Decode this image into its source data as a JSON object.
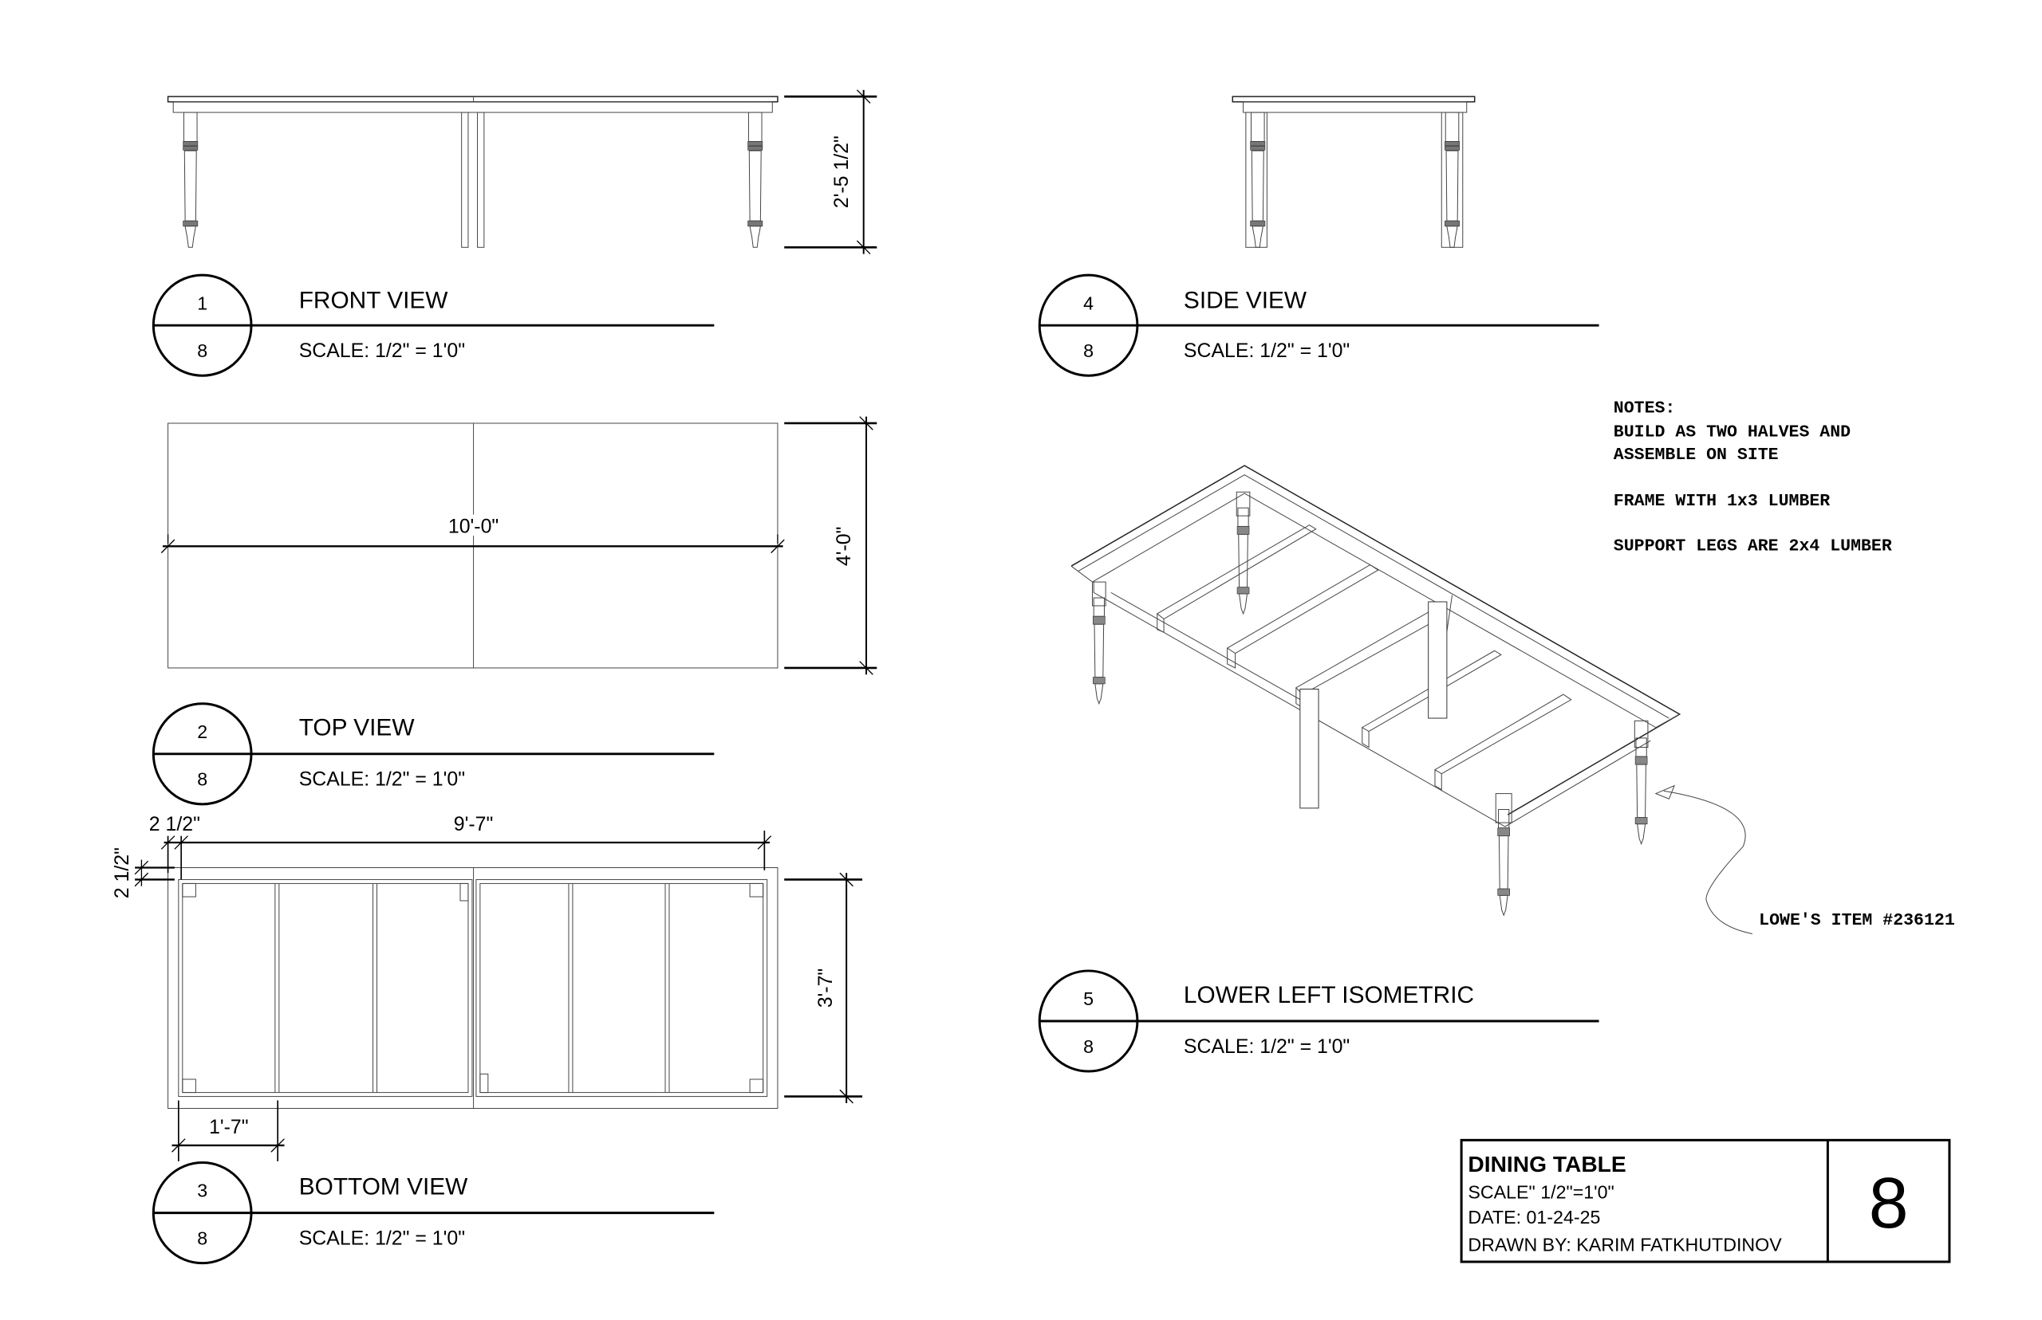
{
  "sheet": {
    "number": "8",
    "background": "#ffffff",
    "line_color": "#000000"
  },
  "views": [
    {
      "id": "front",
      "number": "1",
      "sheet": "8",
      "title": "FRONT VIEW",
      "scale": "SCALE: 1/2\" = 1'0\""
    },
    {
      "id": "top",
      "number": "2",
      "sheet": "8",
      "title": "TOP VIEW",
      "scale": "SCALE: 1/2\" = 1'0\""
    },
    {
      "id": "bottom",
      "number": "3",
      "sheet": "8",
      "title": "BOTTOM VIEW",
      "scale": "SCALE: 1/2\" = 1'0\""
    },
    {
      "id": "side",
      "number": "4",
      "sheet": "8",
      "title": "SIDE VIEW",
      "scale": "SCALE: 1/2\" = 1'0\""
    },
    {
      "id": "isometric",
      "number": "5",
      "sheet": "8",
      "title": "LOWER LEFT ISOMETRIC",
      "scale": "SCALE: 1/2\" = 1'0\""
    }
  ],
  "dimensions": {
    "front_height": "2'-5 1/2\"",
    "top_length": "10'-0\"",
    "top_width": "4'-0\"",
    "bottom_inset_x": "2 1/2\"",
    "bottom_inset_y": "2 1/2\"",
    "bottom_frame_length": "9'-7\"",
    "bottom_frame_width": "3'-7\"",
    "bottom_bay_width": "1'-7\""
  },
  "notes": {
    "heading": "NOTES:",
    "lines": [
      "BUILD AS TWO HALVES AND",
      "ASSEMBLE ON SITE",
      "",
      "FRAME WITH 1x3 LUMBER",
      "",
      "SUPPORT LEGS ARE 2x4 LUMBER"
    ]
  },
  "callout": {
    "text": "LOWE'S ITEM #236121"
  },
  "title_block": {
    "title": "DINING TABLE",
    "scale": "SCALE\" 1/2\"=1'0\"",
    "date": "DATE: 01-24-25",
    "drawn_by": "DRAWN BY: KARIM FATKHUTDINOV",
    "sheet_number": "8"
  }
}
